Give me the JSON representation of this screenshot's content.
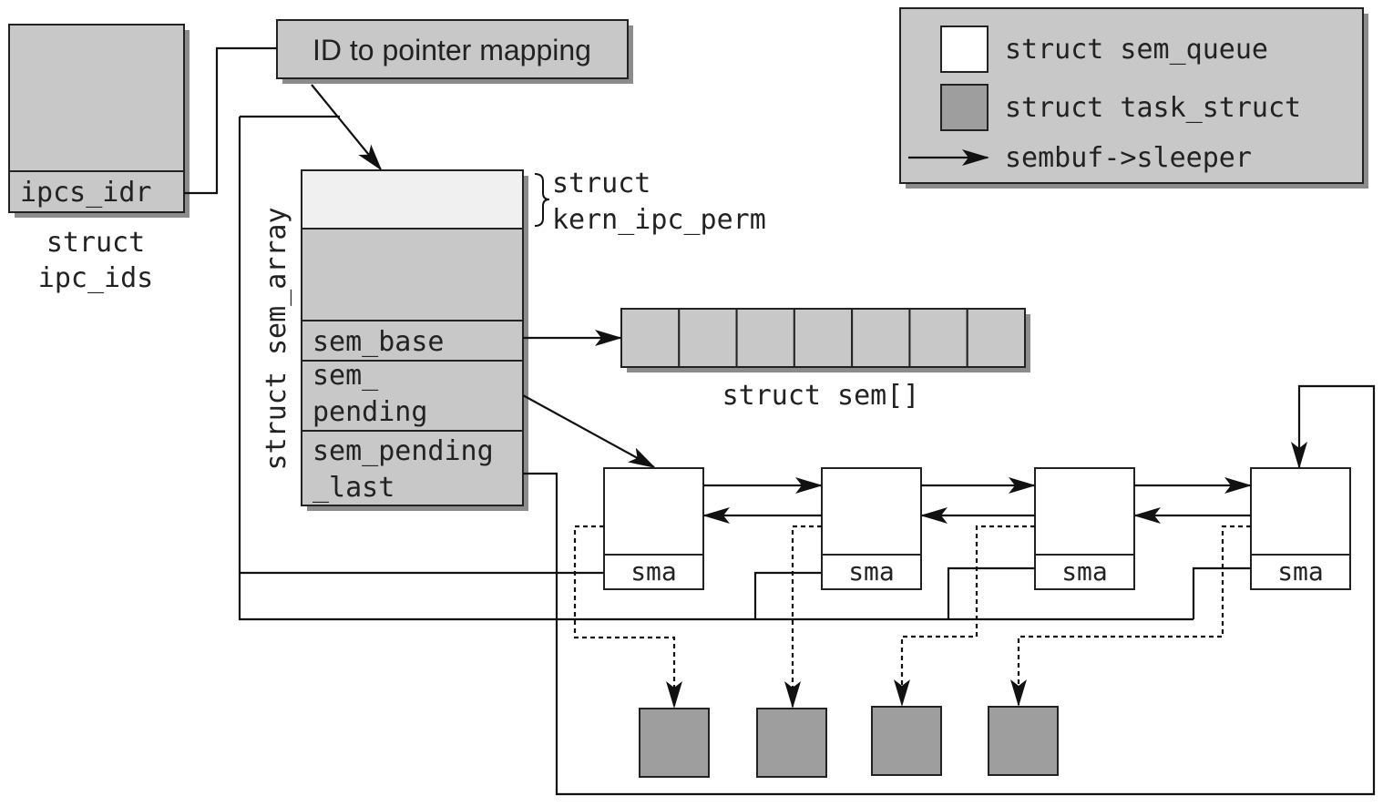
{
  "colors": {
    "gray_fill": "#c8c8c8",
    "light_fill": "#f0f0f0",
    "white_fill": "#ffffff",
    "task_fill": "#9e9e9e",
    "stroke": "#222222",
    "shadow": "#8c8c8c"
  },
  "ipc_ids": {
    "field": "ipcs_idr",
    "caption_line1": "struct",
    "caption_line2": "ipc_ids"
  },
  "mapping_label": "ID to pointer mapping",
  "sem_array": {
    "side_label": "struct sem_array",
    "perm_brace_line1": "struct",
    "perm_brace_line2": "kern_ipc_perm",
    "field_sem_base": "sem_base",
    "field_sem_pending_line1": "sem_",
    "field_sem_pending_line2": "pending",
    "field_sem_pending_last_line1": "sem_pending",
    "field_sem_pending_last_line2": "_last"
  },
  "sem_array_elements": {
    "caption": "struct sem[]",
    "count": 7
  },
  "queue_nodes": [
    {
      "field": "sma"
    },
    {
      "field": "sma"
    },
    {
      "field": "sma"
    },
    {
      "field": "sma"
    }
  ],
  "task_count": 4,
  "legend": {
    "sem_queue": "struct sem_queue",
    "task_struct": "struct task_struct",
    "sleeper": "sembuf->sleeper"
  }
}
